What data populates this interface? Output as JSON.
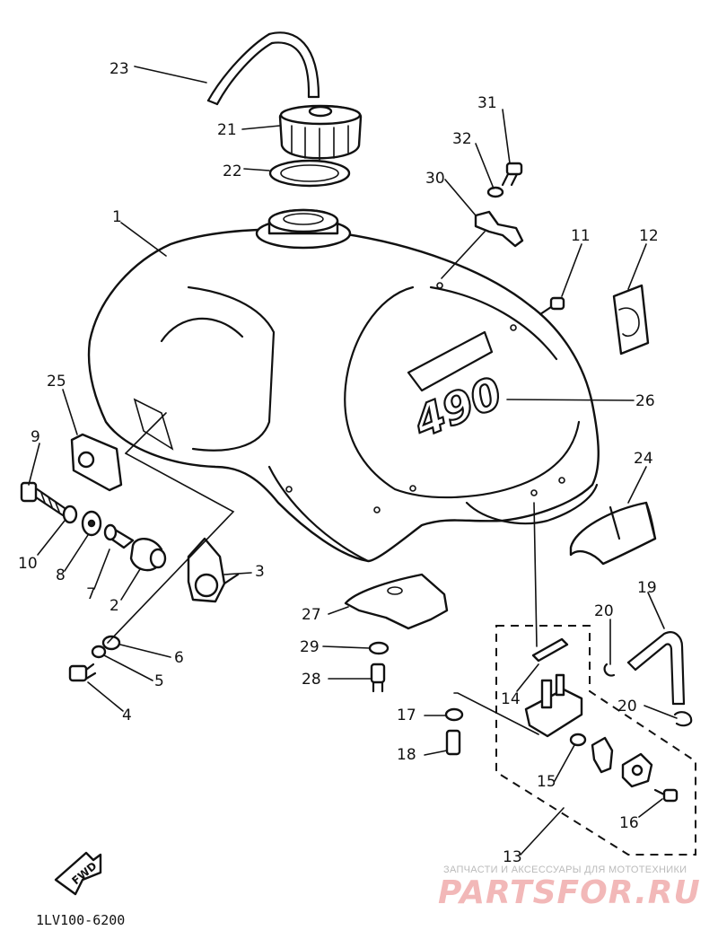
{
  "diagram": {
    "part_numbers": {
      "p1": "1",
      "p2": "2",
      "p3": "3",
      "p4": "4",
      "p5": "5",
      "p6": "6",
      "p7": "7",
      "p8": "8",
      "p9": "9",
      "p10": "10",
      "p11": "11",
      "p12": "12",
      "p13": "13",
      "p14": "14",
      "p15": "15",
      "p16": "16",
      "p17": "17",
      "p18": "18",
      "p19": "19",
      "p20a": "20",
      "p20b": "20",
      "p21": "21",
      "p22": "22",
      "p23": "23",
      "p24": "24",
      "p25": "25",
      "p26": "26",
      "p27": "27",
      "p28": "28",
      "p29": "29",
      "p30": "30",
      "p31": "31",
      "p32": "32"
    },
    "tank_decal": "490",
    "fwd_label": "FWD",
    "figure_code": "1LV100-6200"
  },
  "watermark": {
    "tagline": "ЗАПЧАСТИ И АКСЕССУАРЫ ДЛЯ МОТОТЕХНИКИ",
    "logo": "PARTSFOR.RU"
  },
  "colors": {
    "line": "#111111",
    "watermark_logo": "#f2b8b8",
    "watermark_text": "#bbbbbb"
  }
}
